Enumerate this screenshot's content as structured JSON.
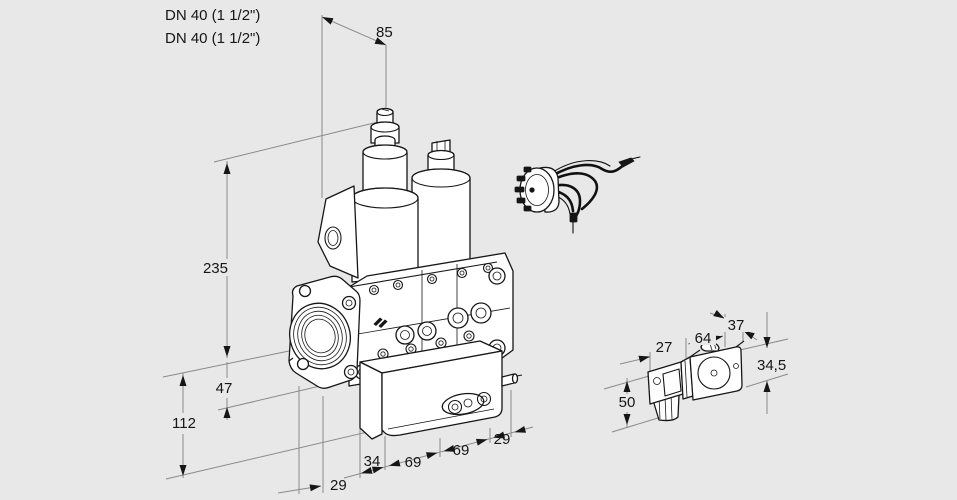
{
  "drawing": {
    "port_labels": {
      "line1": "DN 40 (1 1/2\")",
      "line2": "DN 40 (1 1/2\")"
    },
    "valve_dimensions": {
      "top_width": "85",
      "height_above_axis": "235",
      "body_below_axis": "47",
      "total_below_axis": "112",
      "front_offset": "29",
      "chain_34": "34",
      "chain_69_first": "69",
      "chain_69_second": "69",
      "chain_29": "29"
    },
    "accessory_dimensions": {
      "connector_width": "27",
      "body_length": "64",
      "body_depth": "37",
      "body_height": "34,5",
      "total_height": "50"
    },
    "colors": {
      "background": "#e8e8e8",
      "object_line": "#161616",
      "dimension_line": "#8a8a8a",
      "face_fill": "#ffffff"
    }
  }
}
